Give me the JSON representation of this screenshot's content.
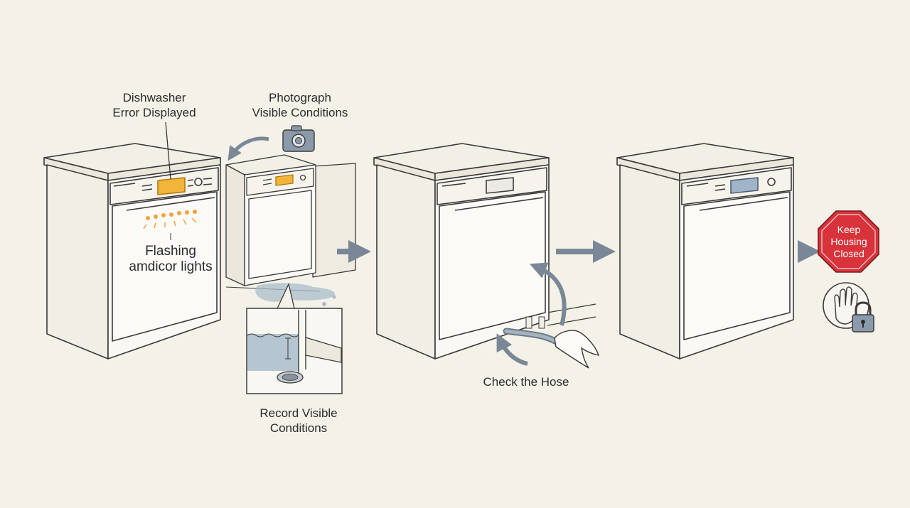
{
  "labels": {
    "error_displayed": [
      "Dishwasher",
      "Error Displayed"
    ],
    "flashing_lights": [
      "Flashing",
      "amdicor lights"
    ],
    "photograph": [
      "Photograph",
      "Visible Conditions"
    ],
    "record": [
      "Record Visible",
      "Conditions"
    ],
    "check_hose": "Check the Hose",
    "keep_housing": [
      "Keep",
      "Housing",
      "Closed"
    ]
  },
  "colors": {
    "background": "#f4f1e8",
    "line": "#3a3a3a",
    "display_amber": "#f2b43a",
    "warning_light": "#f0a33a",
    "arrow": "#7a8796",
    "water": "#a9bccb",
    "stop_red": "#d8323a",
    "display_blue": "#9fb4c8"
  },
  "icons": [
    "camera-icon",
    "stop-sign-icon",
    "hand-stop-icon",
    "padlock-icon",
    "flow-arrow-icon",
    "curved-arrow-icon",
    "hand-icon",
    "drain-icon",
    "water-puddle-icon"
  ]
}
